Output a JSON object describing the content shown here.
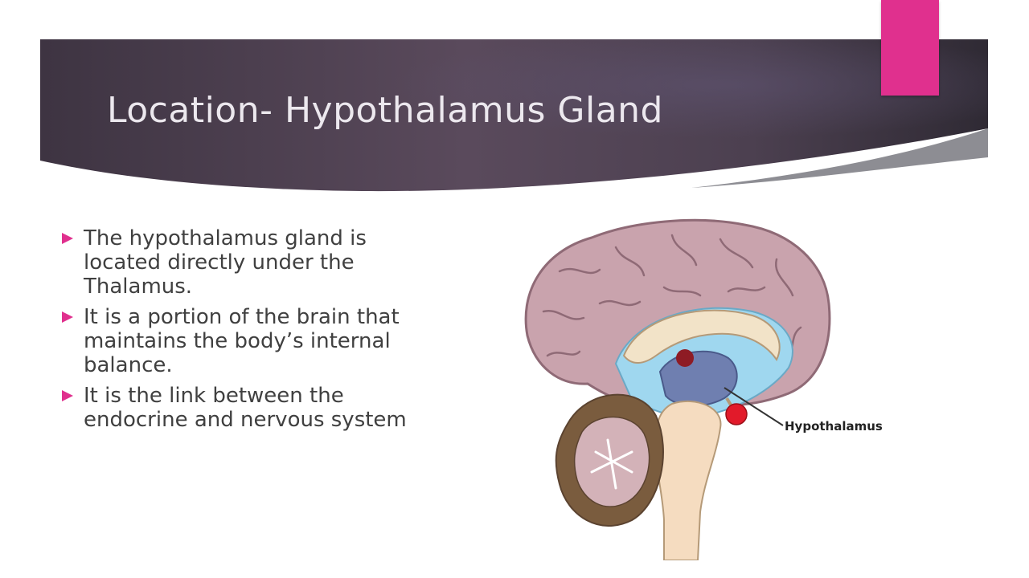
{
  "slide": {
    "title": "Location- Hypothalamus Gland",
    "bullets": [
      {
        "text": "The hypothalamus gland is located directly under the Thalamus."
      },
      {
        "text": "It is a portion of the brain that maintains the body’s internal balance."
      },
      {
        "text": "It is the link between the endocrine and nervous system"
      }
    ],
    "figure": {
      "label": "Hypothalamus"
    }
  },
  "colors": {
    "title_band": "#4a3d4c",
    "accent": "#e0308e",
    "bullet_icon": "#e0308e",
    "text": "#404040",
    "title_text": "#ece8ee",
    "brain_cortex": "#c9a3ad",
    "hypothalamus_dot": "#e21a2a"
  },
  "icons": {
    "bullet": "triangle-right-icon"
  }
}
